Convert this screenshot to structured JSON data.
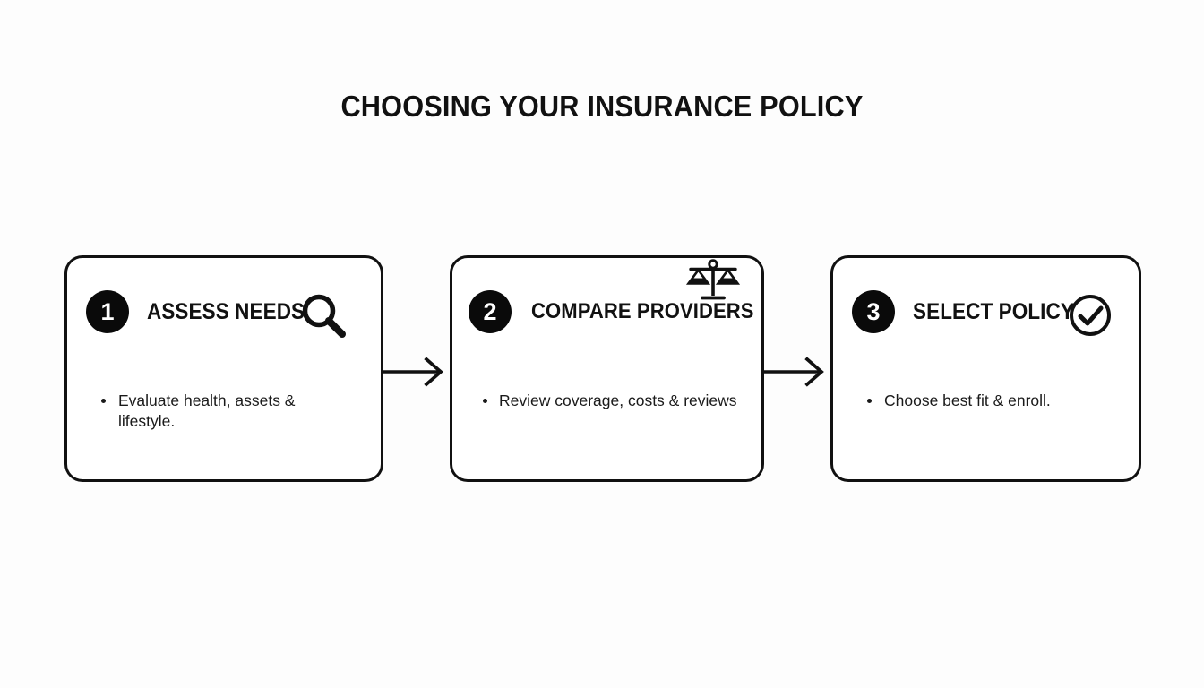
{
  "page": {
    "title": "CHOOSING YOUR INSURANCE POLICY",
    "background_color": "#fdfdfd",
    "ink_color": "#111111",
    "accent_color": "#0a0a0a"
  },
  "steps": [
    {
      "number": "1",
      "heading": "ASSESS NEEDS",
      "icon": "magnifying-glass-icon",
      "bullets": [
        "Evaluate health, assets & lifestyle."
      ]
    },
    {
      "number": "2",
      "heading": "COMPARE PROVIDERS",
      "icon": "balance-scale-icon",
      "bullets": [
        "Review coverage, costs & reviews"
      ]
    },
    {
      "number": "3",
      "heading": "SELECT POLICY",
      "icon": "check-circle-icon",
      "bullets": [
        "Choose best fit & enroll."
      ]
    }
  ],
  "connectors": [
    {
      "name": "arrow-step-1-to-2",
      "direction": "right"
    },
    {
      "name": "arrow-step-2-to-3",
      "direction": "right"
    }
  ]
}
